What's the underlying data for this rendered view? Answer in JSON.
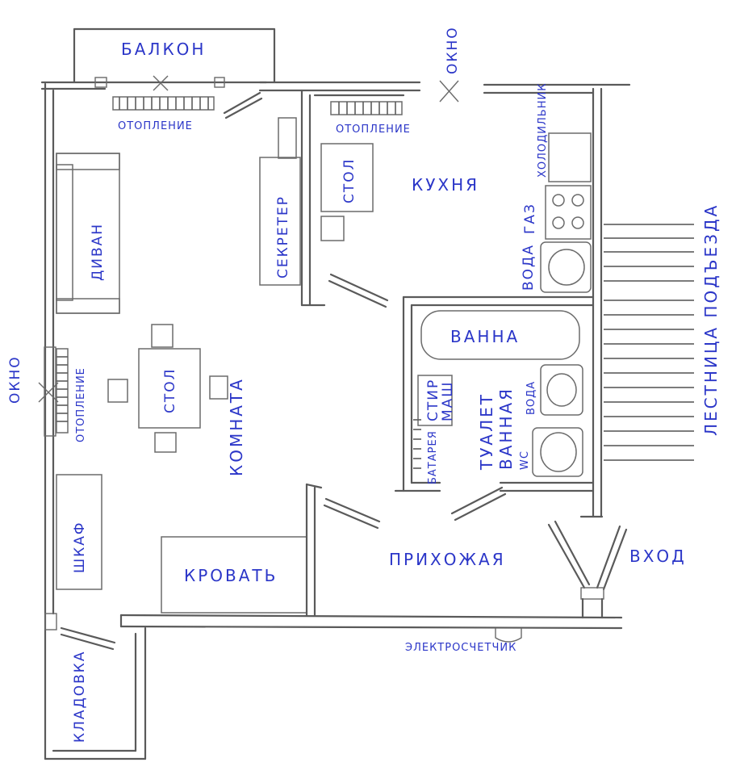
{
  "labels": {
    "balcony": "БАЛКОН",
    "heating_top_left": "ОТОПЛЕНИЕ",
    "heating_top_kitchen": "ОТОПЛЕНИЕ",
    "window_top": "ОКНО",
    "fridge": "ХОЛОДИЛЬНИК",
    "stairs": "ЛЕСТНИЦА ПОДЪЕЗДА",
    "kitchen": "КУХНЯ",
    "secretary": "СЕКРЕТЕР",
    "kitchen_table": "СТОЛ",
    "sofa": "ДИВАН",
    "gas": "ГАЗ",
    "water_kitchen": "ВОДА",
    "bath": "ВАННА",
    "water_bath": "ВОДА",
    "washing_machine_1": "СТИР",
    "washing_machine_2": "МАШ",
    "window_left": "ОКНО",
    "heating_left": "ОТОПЛЕНИЕ",
    "room_table": "СТОЛ",
    "room": "КОМНАТА",
    "battery": "БАТАРЕЯ",
    "toilet": "ТУАЛЕТ",
    "bathroom": "ВАННАЯ",
    "wc": "WC",
    "wardrobe": "ШКАФ",
    "bed": "КРОВАТЬ",
    "hallway": "ПРИХОЖАЯ",
    "entrance": "ВХОД",
    "electric_meter": "ЭЛЕКТРОСЧЕТЧИК",
    "storage": "КЛАДОВКА"
  }
}
